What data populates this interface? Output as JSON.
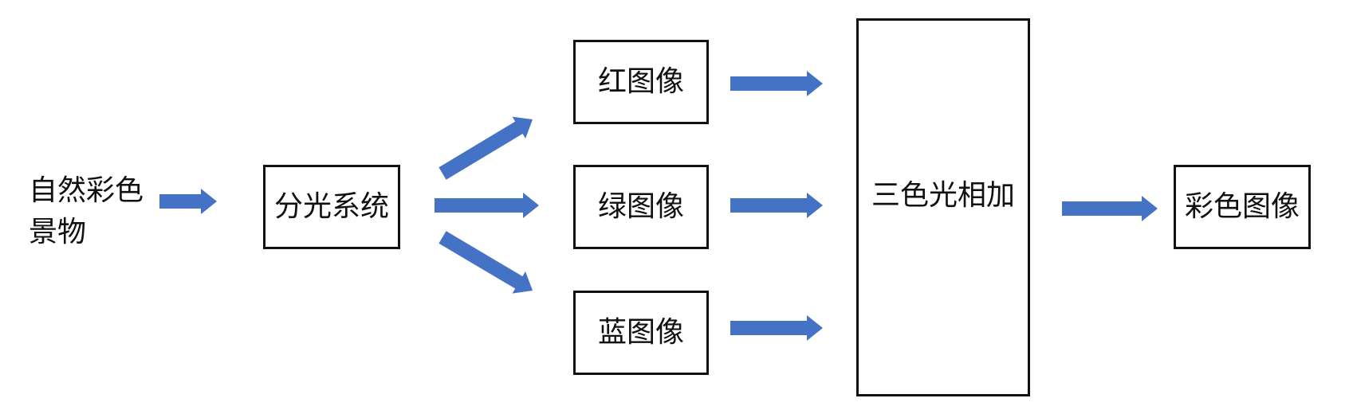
{
  "diagram": {
    "source": {
      "label": "自然彩色景物"
    },
    "splitter": {
      "label": "分光系统"
    },
    "channels": [
      {
        "label": "红图像"
      },
      {
        "label": "绿图像"
      },
      {
        "label": "蓝图像"
      }
    ],
    "combiner": {
      "label": "三色光相加"
    },
    "output": {
      "label": "彩色图像"
    },
    "colors": {
      "arrow": "#4472C4",
      "border": "#111111",
      "text": "#111111"
    }
  }
}
